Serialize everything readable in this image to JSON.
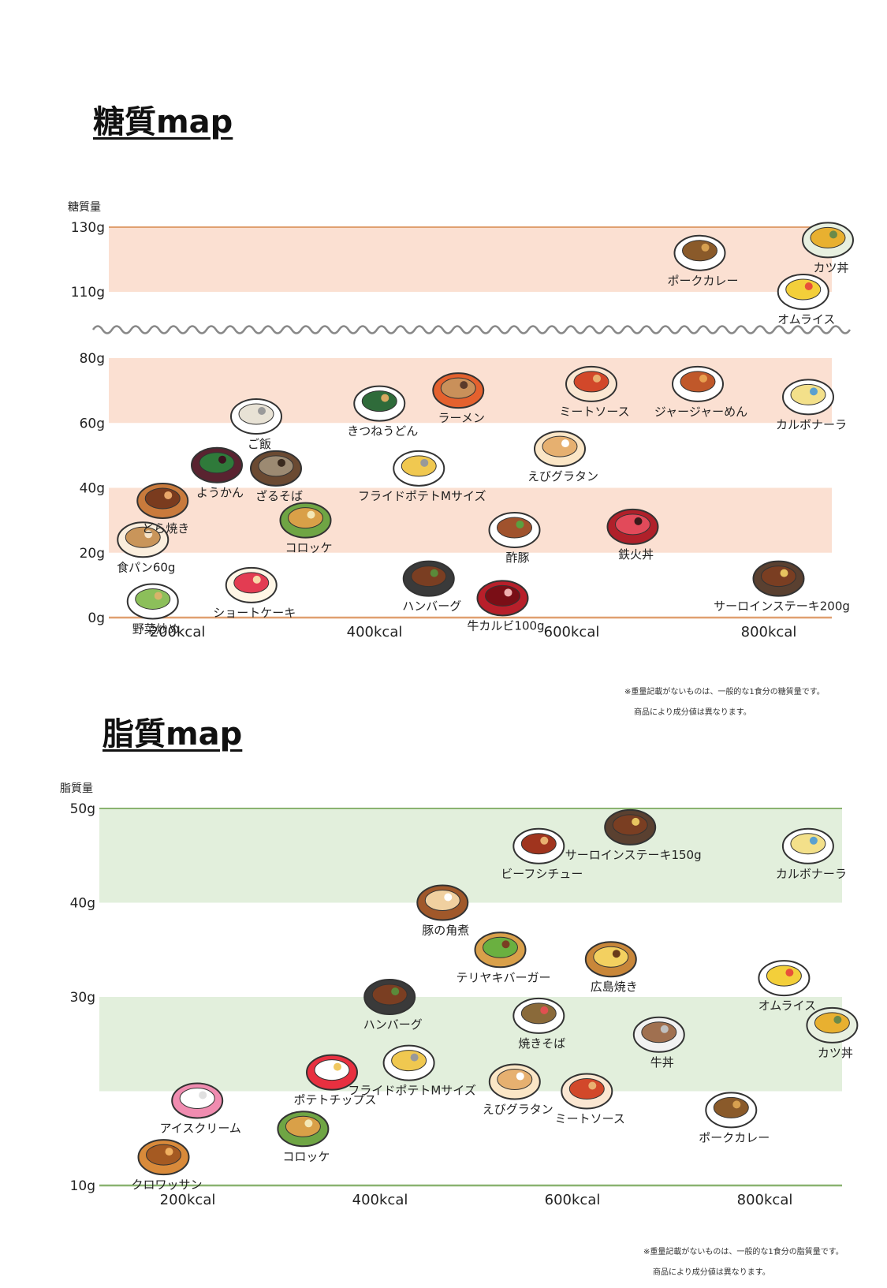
{
  "sugar_map": {
    "title": "糖質map",
    "note_line1": "※重量記載がないものは、一般的な1食分の糖質量です。",
    "note_line2": "商品により成分値は異なります。"
  },
  "fat_map": {
    "title": "脂質map",
    "note_line1": "※重量記載がないものは、一般的な1食分の脂質量です。",
    "note_line2": "商品により成分値は異なります。"
  },
  "colors": {
    "sugar_band": "#fbe0d2",
    "sugar_line": "#e0a070",
    "fat_band": "#e2efdc",
    "fat_line": "#8ab370",
    "wave": "#888888"
  },
  "chart_data": [
    {
      "type": "scatter",
      "title": "糖質map",
      "ylabel": "糖質量",
      "xlabel": "",
      "x_ticks": [
        {
          "value": 200,
          "label": "200kcal"
        },
        {
          "value": 400,
          "label": "400kcal"
        },
        {
          "value": 600,
          "label": "600kcal"
        },
        {
          "value": 800,
          "label": "800kcal"
        }
      ],
      "y_ticks": [
        {
          "value": 0,
          "label": "0g"
        },
        {
          "value": 20,
          "label": "20g"
        },
        {
          "value": 40,
          "label": "40g"
        },
        {
          "value": 60,
          "label": "60g"
        },
        {
          "value": 80,
          "label": "80g"
        },
        {
          "value": 110,
          "label": "110g"
        },
        {
          "value": 130,
          "label": "130g"
        }
      ],
      "xlim": [
        130,
        860
      ],
      "ylim": [
        0,
        130
      ],
      "y_axis_break": [
        80,
        110
      ],
      "bands": [
        [
          20,
          40
        ],
        [
          60,
          80
        ],
        [
          110,
          130
        ]
      ],
      "points": [
        {
          "label": "野菜炒め",
          "x": 175,
          "y": 5,
          "icon": "vegetable-stir-fry-icon"
        },
        {
          "label": "食パン60g",
          "x": 165,
          "y": 24,
          "icon": "bread-icon"
        },
        {
          "label": "どら焼き",
          "x": 185,
          "y": 36,
          "icon": "dorayaki-icon"
        },
        {
          "label": "ようかん",
          "x": 240,
          "y": 47,
          "icon": "yokan-icon"
        },
        {
          "label": "ご飯",
          "x": 280,
          "y": 62,
          "icon": "rice-bowl-icon"
        },
        {
          "label": "ざるそば",
          "x": 300,
          "y": 46,
          "icon": "zaru-soba-icon"
        },
        {
          "label": "ショートケーキ",
          "x": 275,
          "y": 10,
          "icon": "shortcake-icon"
        },
        {
          "label": "コロッケ",
          "x": 330,
          "y": 30,
          "icon": "croquette-icon"
        },
        {
          "label": "きつねうどん",
          "x": 405,
          "y": 66,
          "icon": "kitsune-udon-icon"
        },
        {
          "label": "ラーメン",
          "x": 485,
          "y": 70,
          "icon": "ramen-icon"
        },
        {
          "label": "フライドポテトMサイズ",
          "x": 445,
          "y": 46,
          "icon": "french-fries-icon"
        },
        {
          "label": "ハンバーグ",
          "x": 455,
          "y": 12,
          "icon": "hamburg-steak-icon"
        },
        {
          "label": "牛カルビ100g",
          "x": 530,
          "y": 6,
          "icon": "beef-kalbi-icon"
        },
        {
          "label": "えびグラタン",
          "x": 588,
          "y": 52,
          "icon": "shrimp-gratin-icon"
        },
        {
          "label": "酢豚",
          "x": 542,
          "y": 27,
          "icon": "sweet-sour-pork-icon"
        },
        {
          "label": "ミートソース",
          "x": 620,
          "y": 72,
          "icon": "meat-sauce-icon"
        },
        {
          "label": "鉄火丼",
          "x": 662,
          "y": 28,
          "icon": "tekka-don-icon"
        },
        {
          "label": "ジャージャーめん",
          "x": 728,
          "y": 72,
          "icon": "jajamen-icon"
        },
        {
          "label": "カルボナーラ",
          "x": 840,
          "y": 68,
          "icon": "carbonara-icon"
        },
        {
          "label": "サーロインステーキ200g",
          "x": 810,
          "y": 12,
          "icon": "sirloin-steak-icon"
        },
        {
          "label": "ポークカレー",
          "x": 730,
          "y": 122,
          "icon": "pork-curry-icon"
        },
        {
          "label": "カツ丼",
          "x": 860,
          "y": 126,
          "icon": "katsudon-icon"
        },
        {
          "label": "オムライス",
          "x": 835,
          "y": 110,
          "icon": "omurice-icon"
        }
      ]
    },
    {
      "type": "scatter",
      "title": "脂質map",
      "ylabel": "脂質量",
      "xlabel": "",
      "x_ticks": [
        {
          "value": 200,
          "label": "200kcal"
        },
        {
          "value": 400,
          "label": "400kcal"
        },
        {
          "value": 600,
          "label": "600kcal"
        },
        {
          "value": 800,
          "label": "800kcal"
        }
      ],
      "y_ticks": [
        {
          "value": 10,
          "label": "10g"
        },
        {
          "value": 30,
          "label": "30g"
        },
        {
          "value": 40,
          "label": "40g"
        },
        {
          "value": 50,
          "label": "50g"
        }
      ],
      "xlim": [
        130,
        860
      ],
      "ylim": [
        10,
        50
      ],
      "bands": [
        [
          20,
          30
        ],
        [
          40,
          50
        ]
      ],
      "points": [
        {
          "label": "クロワッサン",
          "x": 175,
          "y": 13,
          "icon": "croissant-icon"
        },
        {
          "label": "アイスクリーム",
          "x": 210,
          "y": 19,
          "icon": "ice-cream-icon"
        },
        {
          "label": "ポテトチップス",
          "x": 350,
          "y": 22,
          "icon": "potato-chips-icon"
        },
        {
          "label": "コロッケ",
          "x": 320,
          "y": 16,
          "icon": "croquette-icon"
        },
        {
          "label": "ハンバーグ",
          "x": 410,
          "y": 30,
          "icon": "hamburg-steak-icon"
        },
        {
          "label": "フライドポテトMサイズ",
          "x": 430,
          "y": 23,
          "icon": "french-fries-icon"
        },
        {
          "label": "豚の角煮",
          "x": 465,
          "y": 40,
          "icon": "braised-pork-icon"
        },
        {
          "label": "テリヤキバーガー",
          "x": 525,
          "y": 35,
          "icon": "teriyaki-burger-icon"
        },
        {
          "label": "焼きそば",
          "x": 565,
          "y": 28,
          "icon": "yakisoba-icon"
        },
        {
          "label": "えびグラタン",
          "x": 540,
          "y": 21,
          "icon": "shrimp-gratin-icon"
        },
        {
          "label": "ビーフシチュー",
          "x": 565,
          "y": 46,
          "icon": "beef-stew-icon"
        },
        {
          "label": "ミートソース",
          "x": 615,
          "y": 20,
          "icon": "meat-sauce-icon"
        },
        {
          "label": "サーロインステーキ150g",
          "x": 660,
          "y": 48,
          "icon": "sirloin-steak-icon"
        },
        {
          "label": "広島焼き",
          "x": 640,
          "y": 34,
          "icon": "okonomiyaki-icon"
        },
        {
          "label": "牛丼",
          "x": 690,
          "y": 26,
          "icon": "gyudon-icon"
        },
        {
          "label": "ポークカレー",
          "x": 765,
          "y": 18,
          "icon": "pork-curry-icon"
        },
        {
          "label": "オムライス",
          "x": 820,
          "y": 32,
          "icon": "omurice-icon"
        },
        {
          "label": "カツ丼",
          "x": 870,
          "y": 27,
          "icon": "katsudon-icon"
        },
        {
          "label": "カルボナーラ",
          "x": 845,
          "y": 46,
          "icon": "carbonara-icon"
        }
      ]
    }
  ]
}
